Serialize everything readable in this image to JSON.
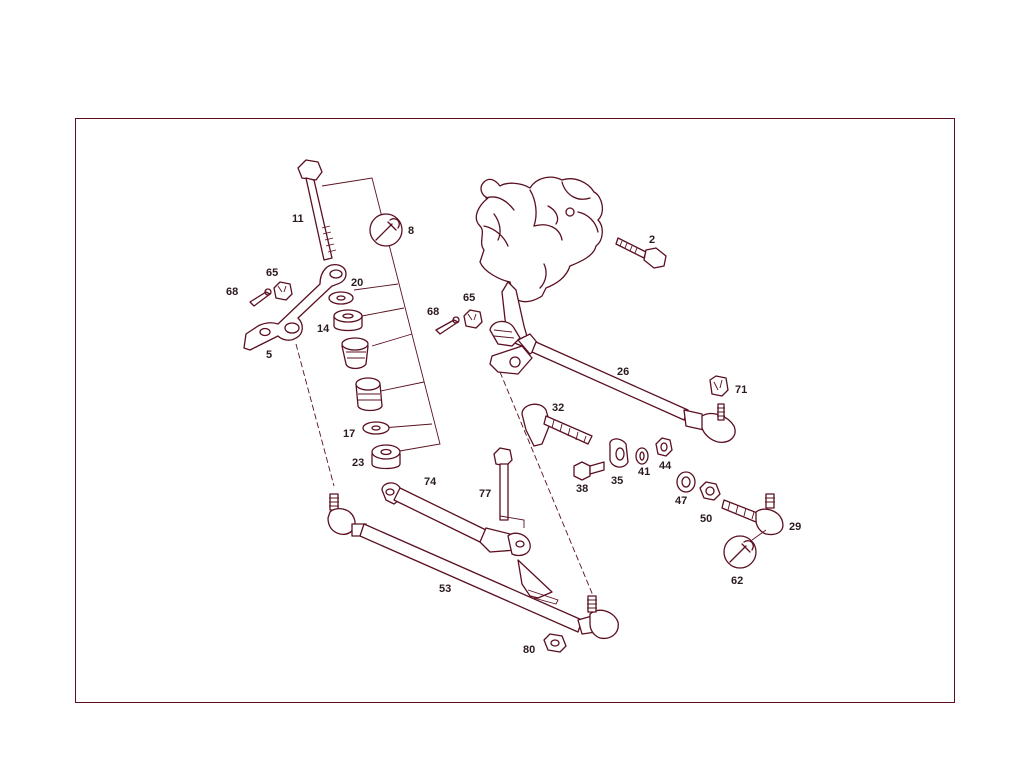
{
  "diagram": {
    "callouts": {
      "p2": "2",
      "p5": "5",
      "p8": "8",
      "p11": "11",
      "p14": "14",
      "p17": "17",
      "p20": "20",
      "p23": "23",
      "p26": "26",
      "p29": "29",
      "p32": "32",
      "p35": "35",
      "p38": "38",
      "p41": "41",
      "p44": "44",
      "p47": "47",
      "p50": "50",
      "p53": "53",
      "p62": "62",
      "p65a": "65",
      "p65b": "65",
      "p68a": "68",
      "p68b": "68",
      "p71": "71",
      "p74": "74",
      "p77": "77",
      "p80": "80"
    },
    "icons": [
      "wrench-icon",
      "wrench-icon"
    ],
    "colors": {
      "line": "#5a1020",
      "label": "#2a1a1e",
      "background": "#ffffff"
    }
  }
}
